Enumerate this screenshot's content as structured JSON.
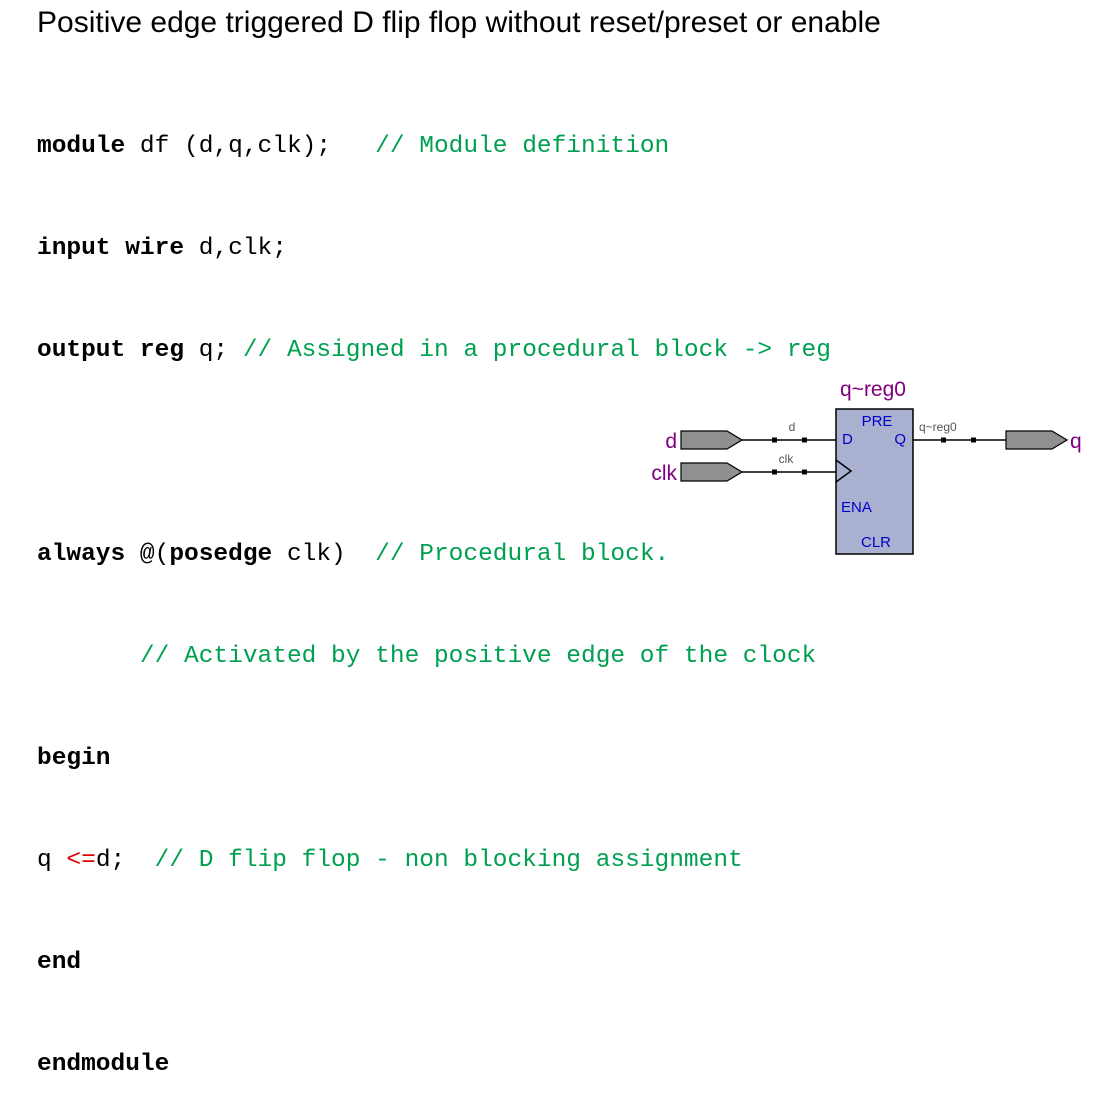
{
  "title": "Positive edge triggered D flip flop without reset/preset or enable",
  "code": {
    "l1": {
      "kw": "module",
      "text": " df (d,q,clk);   ",
      "comment": "// Module definition"
    },
    "l2": {
      "kw1": "input",
      "sp": " ",
      "kw2": "wire",
      "text": " d,clk;"
    },
    "l3": {
      "kw1": "output",
      "sp": " ",
      "kw2": "reg",
      "text": " q; ",
      "comment": "// Assigned in a procedural block -> reg"
    },
    "l5": {
      "kw1": "always",
      "text1": " @(",
      "kw2": "posedge",
      "text2": " clk)  ",
      "comment": "// Procedural block."
    },
    "l6": {
      "indent": "       ",
      "comment": "// Activated by the positive edge of the clock"
    },
    "l7": {
      "kw": "begin"
    },
    "l8": {
      "text1": "q ",
      "op": "<=",
      "text2": "d;  ",
      "comment": "// D flip flop - non blocking assignment"
    },
    "l9": {
      "kw": "end"
    },
    "l10": {
      "kw": "endmodule"
    }
  },
  "schematic": {
    "instance_name": "q~reg0",
    "pins": {
      "pre": "PRE",
      "d": "D",
      "q": "Q",
      "ena": "ENA",
      "clr": "CLR"
    },
    "ports": {
      "d": "d",
      "clk": "clk",
      "q": "q"
    },
    "wires": {
      "d": "d",
      "clk": "clk",
      "q": "q~reg0"
    },
    "colors": {
      "port_label": "#800080",
      "block_fill": "#aab0d0",
      "block_text": "#0000cc",
      "port_fill": "#909090",
      "wire_label": "#555555"
    }
  }
}
